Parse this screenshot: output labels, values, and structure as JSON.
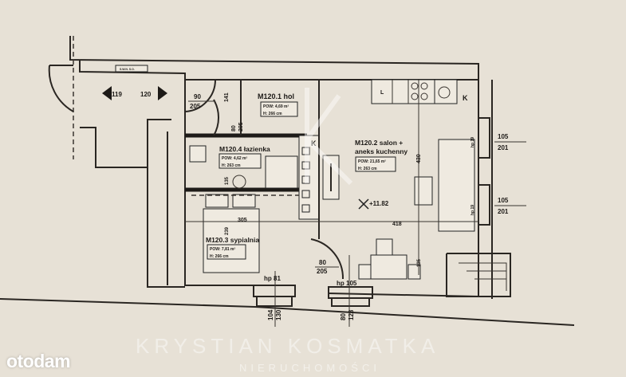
{
  "rooms": [
    {
      "id": "M120.1 hol",
      "area": "POW: 4,69 m²",
      "height": "H: 266 cm"
    },
    {
      "id": "M120.2 salon +",
      "id2": "aneks kuchenny",
      "area": "POW: 21,65 m²",
      "height": "H: 263 cm"
    },
    {
      "id": "M120.3 sypialnia",
      "area": "POW: 7,81 m²",
      "height": "H: 266 cm"
    },
    {
      "id": "M120.4 łazienka",
      "area": "POW: 4,62 m²",
      "height": "H: 263 cm"
    }
  ],
  "stairs": {
    "left": "119",
    "right": "120",
    "sign": "S.W.N.   S.O."
  },
  "dimensions": {
    "entry_door_w": "90",
    "entry_door_h": "205",
    "hol_141": "141",
    "bath_door_w": "80",
    "bath_door_h": "205",
    "bath_135": "135",
    "bed_305": "305",
    "bed_239": "239",
    "salon_430": "430",
    "salon_418": "418",
    "salon_135": "135",
    "level": "+11.82",
    "door2_w": "80",
    "door2_h": "205",
    "hp1": "hp 81",
    "hp2": "hp 105",
    "win1_a": "104",
    "win1_b": "130",
    "win2_a": "80",
    "win2_b": "123",
    "win3_a": "105",
    "win3_b": "201",
    "win4_a": "105",
    "win4_b": "201",
    "hp_r1": "hp 19",
    "hp_r2": "hp 19",
    "kitchen_L": "L",
    "kitchen_K": "K",
    "shaft_K": "K"
  },
  "watermark": {
    "line1": "KRYSTIAN KOSMATKA",
    "line2": "NIERUCHOMOŚCI"
  },
  "logo": "otodam"
}
